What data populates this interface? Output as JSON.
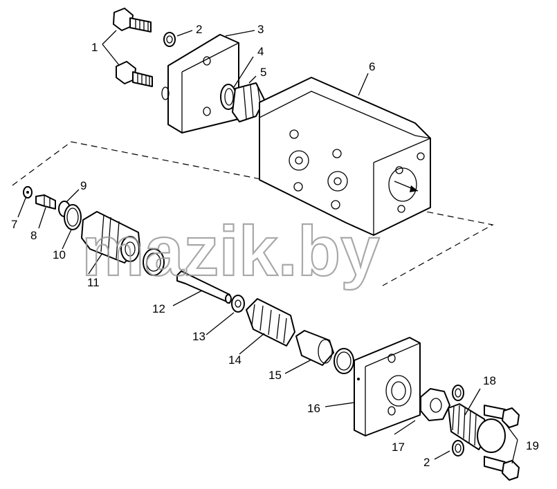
{
  "watermark": "mazik.by",
  "callouts": [
    {
      "id": "c1",
      "text": "1"
    },
    {
      "id": "c2",
      "text": "2"
    },
    {
      "id": "c3",
      "text": "3"
    },
    {
      "id": "c4",
      "text": "4"
    },
    {
      "id": "c5",
      "text": "5"
    },
    {
      "id": "c6",
      "text": "6"
    },
    {
      "id": "c7",
      "text": "7"
    },
    {
      "id": "c8",
      "text": "8"
    },
    {
      "id": "c9",
      "text": "9"
    },
    {
      "id": "c10",
      "text": "10"
    },
    {
      "id": "c11",
      "text": "11"
    },
    {
      "id": "c12",
      "text": "12"
    },
    {
      "id": "c13",
      "text": "13"
    },
    {
      "id": "c14",
      "text": "14"
    },
    {
      "id": "c15",
      "text": "15"
    },
    {
      "id": "c16",
      "text": "16"
    },
    {
      "id": "c17",
      "text": "17"
    },
    {
      "id": "c18",
      "text": "18"
    },
    {
      "id": "c19",
      "text": "19"
    },
    {
      "id": "c2b",
      "text": "2"
    }
  ]
}
